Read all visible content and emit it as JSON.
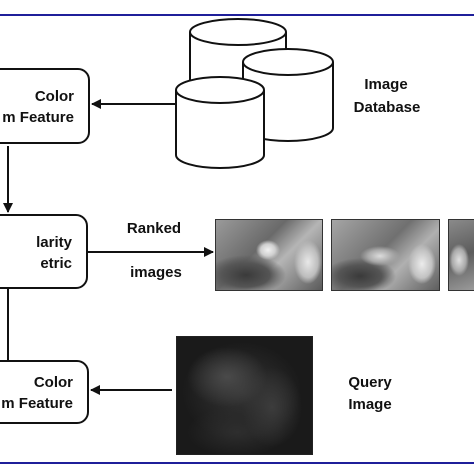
{
  "boxes": {
    "top_feature": {
      "line1": "Color",
      "line2": "m Feature"
    },
    "similarity": {
      "line1": "larity",
      "line2": "etric"
    },
    "bottom_feature": {
      "line1": "Color",
      "line2": "m Feature"
    }
  },
  "labels": {
    "image_database_line1": "Image",
    "image_database_line2": "Database",
    "ranked": "Ranked",
    "images": "images",
    "query_line1": "Query",
    "query_line2": "Image"
  },
  "colors": {
    "frame_line": "#1f1f9a",
    "stroke": "#111111"
  }
}
